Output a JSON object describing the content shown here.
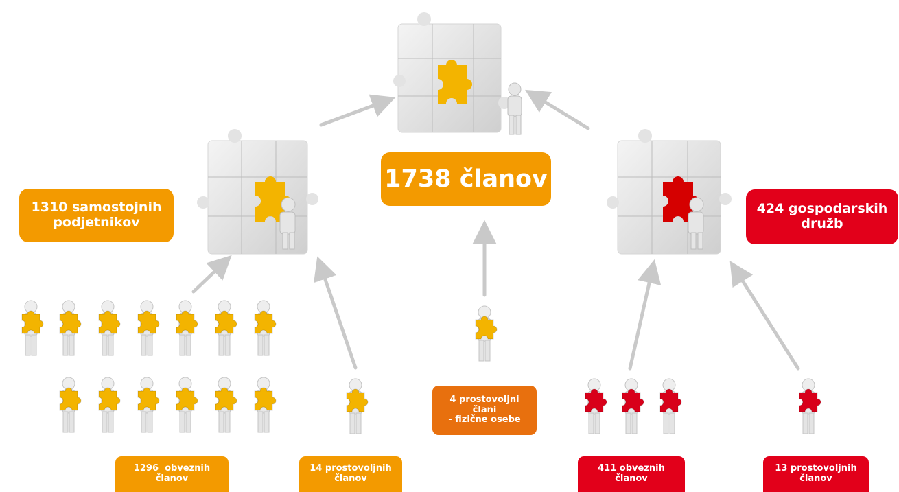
{
  "colors": {
    "orange": "#f39a00",
    "dark_orange": "#e8700e",
    "red": "#e2001a",
    "gray": "#c9c9c9"
  },
  "total": {
    "text": "1738 članov"
  },
  "entrepreneurs": {
    "line1": "1310 samostojnih",
    "line2": "podjetnikov",
    "color": "orange"
  },
  "companies": {
    "line1": "424 gospodarskih",
    "line2": "družb",
    "color": "red"
  },
  "volunteers_natural": {
    "line1": "4 prostovoljni",
    "line2": "člani",
    "line3": "- fizične osebe"
  },
  "mandatory_entrepreneurs": {
    "line1": "1296  obveznih",
    "line2": "članov"
  },
  "voluntary_entrepreneurs": {
    "line1": "14 prostovoljnih",
    "line2": "članov"
  },
  "mandatory_companies": {
    "line1": "411 obveznih",
    "line2": "članov"
  },
  "voluntary_companies": {
    "line1": "13 prostovoljnih",
    "line2": "članov"
  }
}
